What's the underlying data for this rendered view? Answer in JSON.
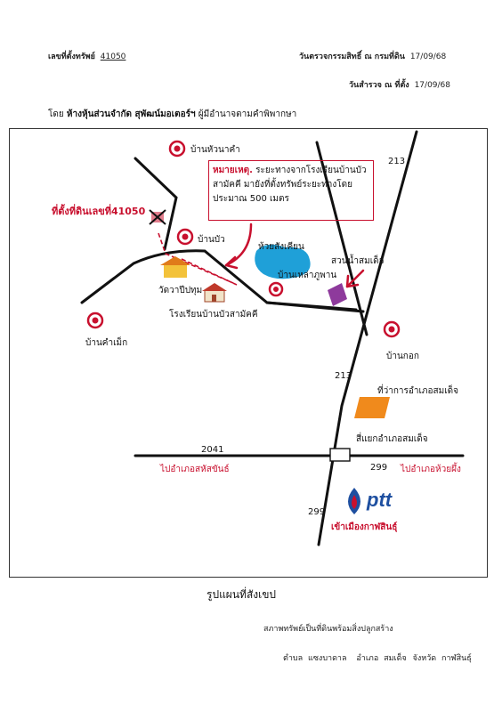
{
  "header": {
    "property_no_label": "เลขที่ตั้งทรัพย์",
    "property_no_value": "41050",
    "inspect_date_label": "วันตรวจกรรมสิทธิ์ ณ กรมที่ดิน",
    "inspect_date_value": "17/09/68",
    "survey_date_label": "วันสำรวจ ณ ที่ตั้ง",
    "survey_date_value": "17/09/68",
    "by_prefix": "โดย",
    "by_company": "ห้างหุ้นส่วนจำกัด สุพัฒน์มอเตอร์ฯ",
    "by_suffix": "ผู้มีอำนาจตามคำพิพากษา"
  },
  "map": {
    "labels": {
      "ban_hua_na_kham": "บ้านหัวนาคำ",
      "road_213_top": "213",
      "note_title": "หมายเหตุ.",
      "note_text": "ระยะทางจากโรงเรียนบ้านบัวสามัคคี มายังที่ตั้งทรัพย์ระยะทางโดยประมาณ 500 เมตร",
      "land_location_prefix": "ที่ตั้งที่ดิน",
      "land_location_no": "เลขที่41050",
      "ban_bua": "บ้านบัว",
      "huai_sang_thian": "ห้วยสังเคียน",
      "ban_lao_phu_phan": "บ้านเหล่าภูพาน",
      "suan_nam_somdet": "สวนน้ำสมเด็จ",
      "wat_wapi_pathum": "วัดวาปีปทุม",
      "school": "โรงเรียนบ้านบัวสามัคคี",
      "ban_kham_mek": "บ้านคำเม็ก",
      "ban_kok": "บ้านกอก",
      "road_213_mid": "213",
      "district_office": "ที่ว่าการอำเภอสมเด็จ",
      "intersection": "สี่แยกอำเภอสมเด็จ",
      "road_2041": "2041",
      "to_sahatsakhan": "ไปอำเภอสหัสขันธ์",
      "road_299_right": "299",
      "to_huai_phueng": "ไปอำเภอห้วยผึ้ง",
      "road_299_bottom": "299",
      "ptt_logo_text": "ptt",
      "to_kalasin": "เข้าเมืองกาฬสินธุ์"
    },
    "colors": {
      "accent_red": "#c8102e",
      "road": "#111111",
      "water": "#1fa0d8",
      "park": "#8e3a9c",
      "office": "#f08a1c",
      "ptt_blue": "#1e4fa0"
    }
  },
  "footer": {
    "title": "รูปแผนที่สังเขป",
    "subtitle": "สภาพทรัพย์เป็นที่ดินพร้อมสิ่งปลูกสร้าง",
    "tambon_label": "ตำบล",
    "tambon_value": "แซงบาดาล",
    "amphoe_label": "อำเภอ",
    "amphoe_value": "สมเด็จ",
    "province_label": "จังหวัด",
    "province_value": "กาฬสินธุ์"
  }
}
